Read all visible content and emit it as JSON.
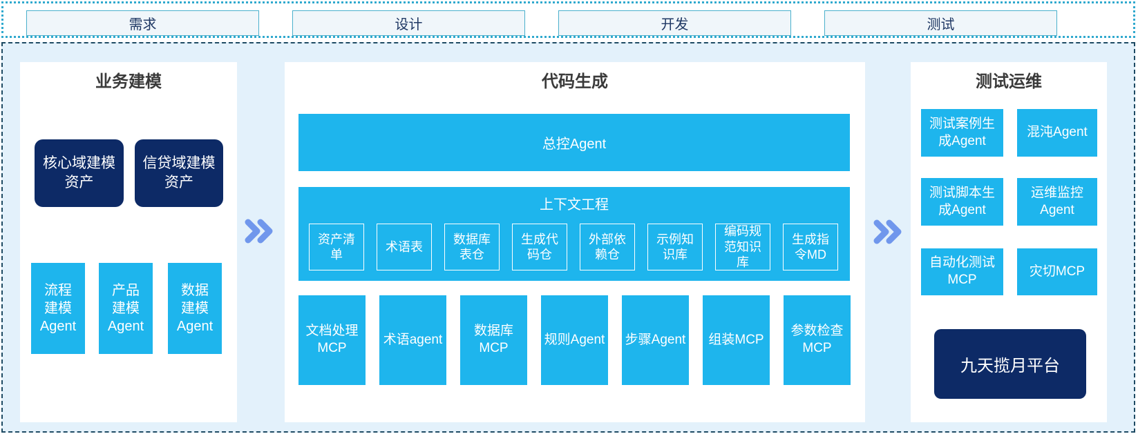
{
  "phases": [
    "需求",
    "设计",
    "开发",
    "测试"
  ],
  "left_panel": {
    "title": "业务建模",
    "asset_boxes": [
      "核心域建模\n资产",
      "信贷域建模\n资产"
    ],
    "agent_boxes": [
      "流程\n建模\nAgent",
      "产品\n建模\nAgent",
      "数据\n建模\nAgent"
    ]
  },
  "middle_panel": {
    "title": "代码生成",
    "master_agent": "总控Agent",
    "context_section": {
      "title": "上下文工程",
      "items": [
        "资产清\n单",
        "术语表",
        "数据库\n表仓",
        "生成代\n码仓",
        "外部依\n赖仓",
        "示例知\n识库",
        "编码规\n范知识\n库",
        "生成指\n令MD"
      ]
    },
    "tool_boxes": [
      "文档处理\nMCP",
      "术语agent",
      "数据库\nMCP",
      "规则Agent",
      "步骤Agent",
      "组装MCP",
      "参数检查\nMCP"
    ]
  },
  "right_panel": {
    "title": "测试运维",
    "boxes": [
      "测试案例生\n成Agent",
      "混沌Agent",
      "测试脚本生\n成Agent",
      "运维监控\nAgent",
      "自动化测试\nMCP",
      "灾切MCP"
    ],
    "platform_box": "九天揽月平台"
  },
  "icons": {
    "flow_arrow": "double-chevron-right"
  },
  "colors": {
    "accent_cyan": "#1eb5ed",
    "navy": "#0d2a66",
    "container_bg": "#e3f1fb",
    "dashed_border": "#1d4a63",
    "dotted_border": "#2fa9ce",
    "phase_fill": "#f0f6fa",
    "phase_border": "#4ab0cc",
    "phase_text": "#1f3864",
    "arrow": "#7097ec",
    "title_text": "#3a3a3a"
  }
}
